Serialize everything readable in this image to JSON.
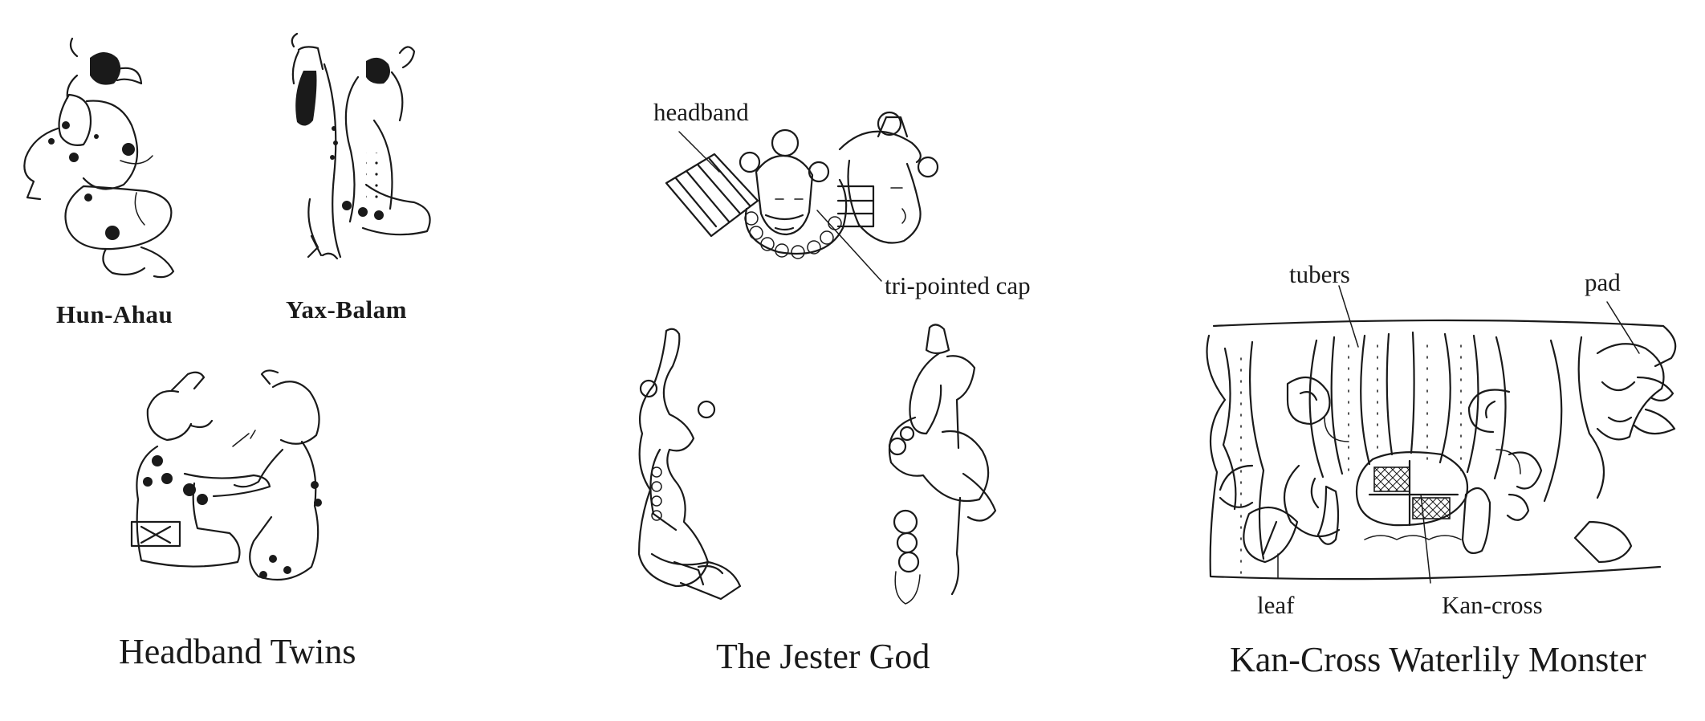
{
  "figures": {
    "hun_ahau": {
      "label": "Hun-Ahau"
    },
    "yax_balam": {
      "label": "Yax-Balam"
    },
    "headband_twins": {
      "caption": "Headband Twins"
    },
    "jester_god": {
      "caption": "The Jester God",
      "callouts": {
        "headband": "headband",
        "cap": "tri-pointed cap"
      }
    },
    "kan_cross": {
      "caption": "Kan-Cross Waterlily Monster",
      "callouts": {
        "tubers": "tubers",
        "pad": "pad",
        "leaf": "leaf",
        "kan_cross": "Kan-cross"
      }
    }
  },
  "colors": {
    "ink": "#1a1a1a",
    "paper": "#ffffff"
  }
}
